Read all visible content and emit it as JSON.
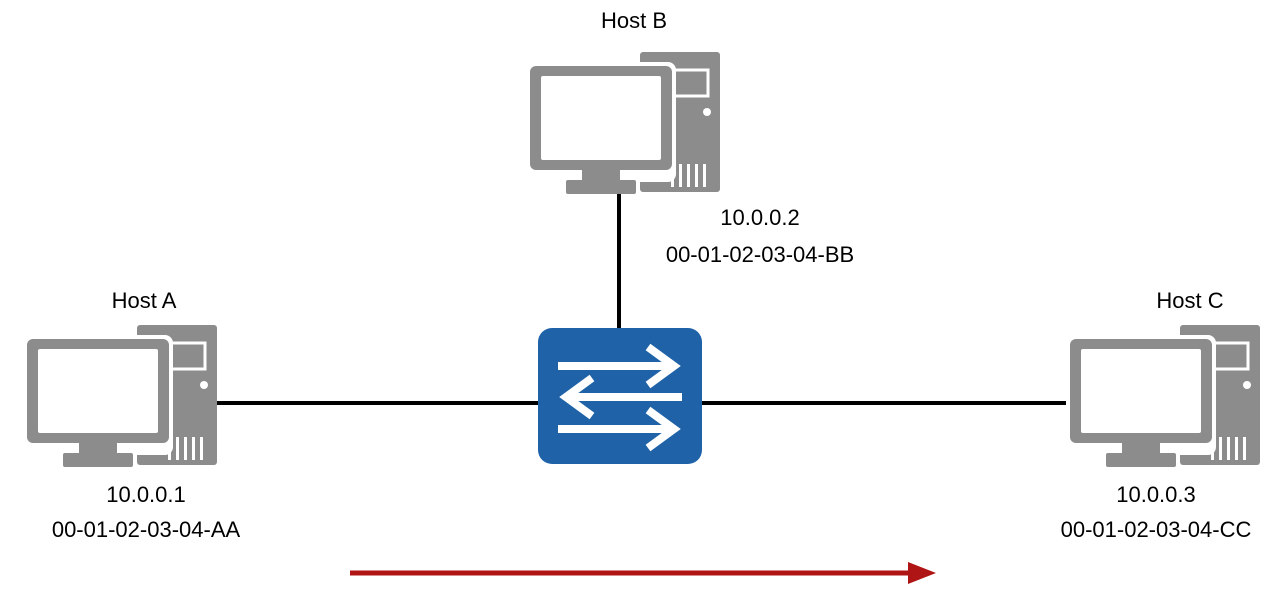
{
  "colors": {
    "host_gray": "#8c8c8c",
    "switch_blue": "#1f62a8",
    "link": "#000000",
    "flow_arrow": "#b01515"
  },
  "hosts": {
    "a": {
      "name": "Host A",
      "ip": "10.0.0.1",
      "mac": "00-01-02-03-04-AA",
      "icon": "desktop-computer-icon"
    },
    "b": {
      "name": "Host B",
      "ip": "10.0.0.2",
      "mac": "00-01-02-03-04-BB",
      "icon": "desktop-computer-icon"
    },
    "c": {
      "name": "Host C",
      "ip": "10.0.0.3",
      "mac": "00-01-02-03-04-CC",
      "icon": "desktop-computer-icon"
    }
  },
  "switch": {
    "icon": "network-switch-icon"
  },
  "links": [
    {
      "from": "Host A",
      "to": "switch"
    },
    {
      "from": "Host B",
      "to": "switch"
    },
    {
      "from": "switch",
      "to": "Host C"
    }
  ],
  "flow": {
    "direction": "left-to-right",
    "icon": "arrow-right-icon"
  }
}
